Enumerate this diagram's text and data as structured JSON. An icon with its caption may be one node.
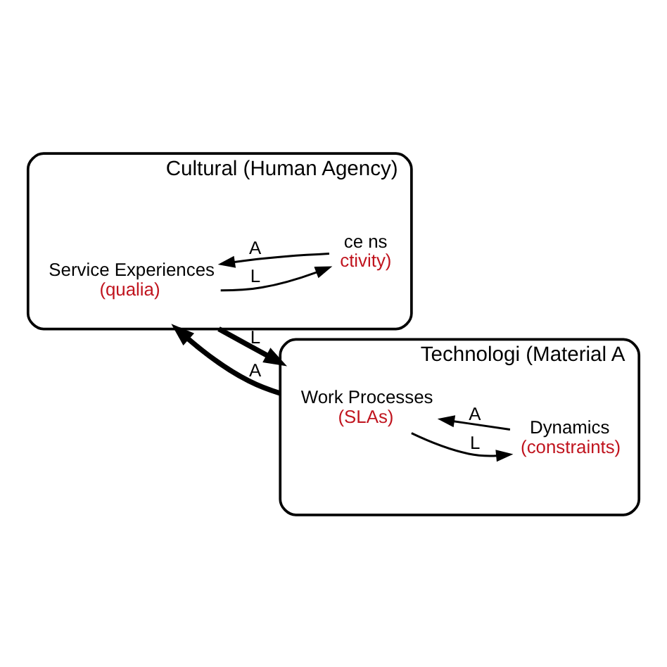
{
  "diagram": {
    "nodes": [
      {
        "text": [
          "Cultural (Human Agency)"
        ]
      },
      {
        "text": [
          "Service Experiences",
          "(qualia)"
        ],
        "in": 0
      },
      {
        "text": [
          "ce ns",
          "ctivity)"
        ],
        "in": 0
      },
      {
        "text": [
          "Technologi (Material A"
        ]
      },
      {
        "text": [
          "Work Processes",
          "(SLAs)"
        ],
        "in": 3
      },
      {
        "text": [
          "Dynamics",
          "(constraints)"
        ],
        "in": 3
      }
    ],
    "edges": [
      {
        "from": 2,
        "to": 1,
        "arrow": "to",
        "label": "A"
      },
      {
        "from": 1,
        "to": 2,
        "arrow": "to",
        "label": "L"
      },
      {
        "from": 5,
        "to": 4,
        "arrow": "to",
        "label": "A"
      },
      {
        "from": 4,
        "to": 5,
        "arrow": "to",
        "label": "L"
      },
      {
        "from": 0,
        "to": 3,
        "arrow": "to",
        "label": "L",
        "style": "thick"
      },
      {
        "from": 3,
        "to": 0,
        "arrow": "to",
        "label": "A",
        "style": "thick"
      }
    ]
  }
}
